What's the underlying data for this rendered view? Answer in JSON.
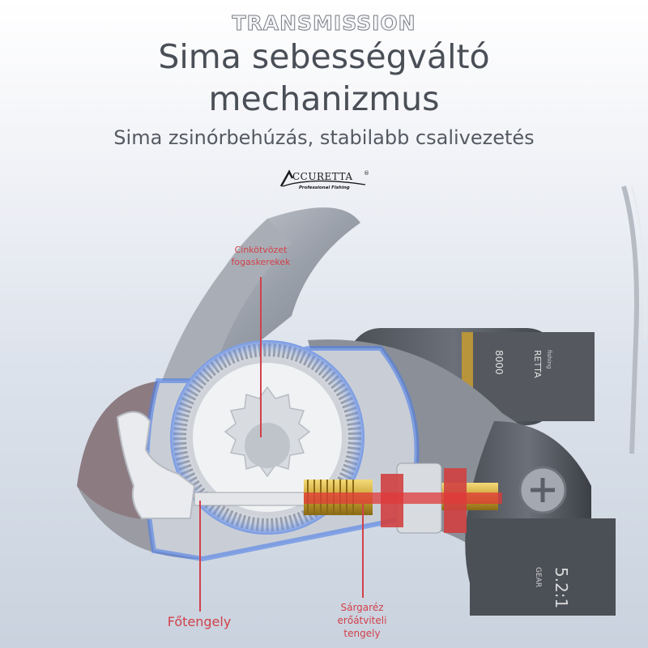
{
  "header": {
    "eyebrow": "TRANSMISSION",
    "title_line1": "Sima sebességváltó",
    "title_line2": "mechanizmus",
    "subtitle": "Sima zsinórbehúzás, stabilabb csalivezetés"
  },
  "logo": {
    "brand": "CCURETTA",
    "tagline": "Professional Fishing",
    "registered": "®",
    "icon": "accuretta-logo-icon"
  },
  "callouts": {
    "gear_line1": "Cinkötvözet",
    "gear_line2": "fogaskerekek",
    "main_shaft": "Főtengely",
    "brass_line1": "Sárgaréz",
    "brass_line2": "erőátviteli",
    "brass_line3": "tengely"
  },
  "colors": {
    "accent": "#d1414a",
    "title": "#4a4f57",
    "brass": "#c9a232",
    "glow": "#4f7fe8"
  },
  "reel_labels": {
    "spool_model": "8000",
    "spool_brand": "RETTA",
    "spool_small": "fishing",
    "body_ratio": "5.2:1",
    "body_gear": "GEAR"
  }
}
